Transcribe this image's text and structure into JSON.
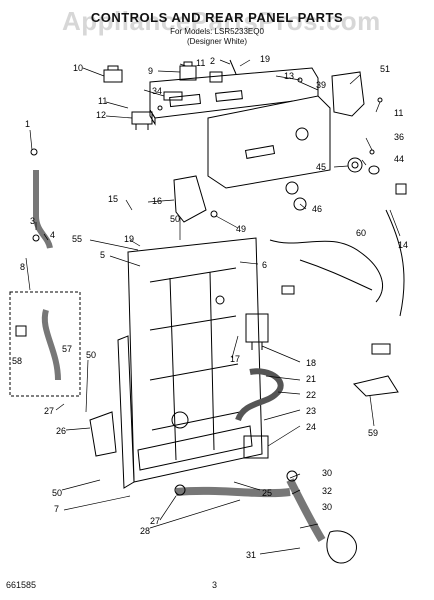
{
  "header": {
    "title": "CONTROLS AND REAR PANEL PARTS",
    "model_line": "For Models: LSR5233EQ0",
    "designer_line": "(Designer White)"
  },
  "watermark": "AppliancePartsPros.com",
  "footer": {
    "code": "661585",
    "page": "3"
  },
  "callouts": {
    "c1": "1",
    "c2": "2",
    "c3": "3",
    "c4": "4",
    "c5": "5",
    "c6": "6",
    "c7": "7",
    "c8": "8",
    "c9": "9",
    "c10": "10",
    "c11a": "11",
    "c11b": "11",
    "c11c": "11",
    "c12": "12",
    "c13": "13",
    "c14": "14",
    "c15": "15",
    "c16": "16",
    "c17": "17",
    "c18": "18",
    "c19a": "19",
    "c19b": "19",
    "c21": "21",
    "c22": "22",
    "c23": "23",
    "c24": "24",
    "c25": "25",
    "c26": "26",
    "c27a": "27",
    "c27b": "27",
    "c28": "28",
    "c30a": "30",
    "c30b": "30",
    "c31": "31",
    "c32": "32",
    "c34": "34",
    "c36": "36",
    "c39": "39",
    "c44": "44",
    "c45": "45",
    "c46": "46",
    "c49": "49",
    "c50a": "50",
    "c50b": "50",
    "c50c": "50",
    "c51": "51",
    "c55": "55",
    "c57": "57",
    "c58": "58",
    "c59": "59",
    "c60": "60"
  }
}
